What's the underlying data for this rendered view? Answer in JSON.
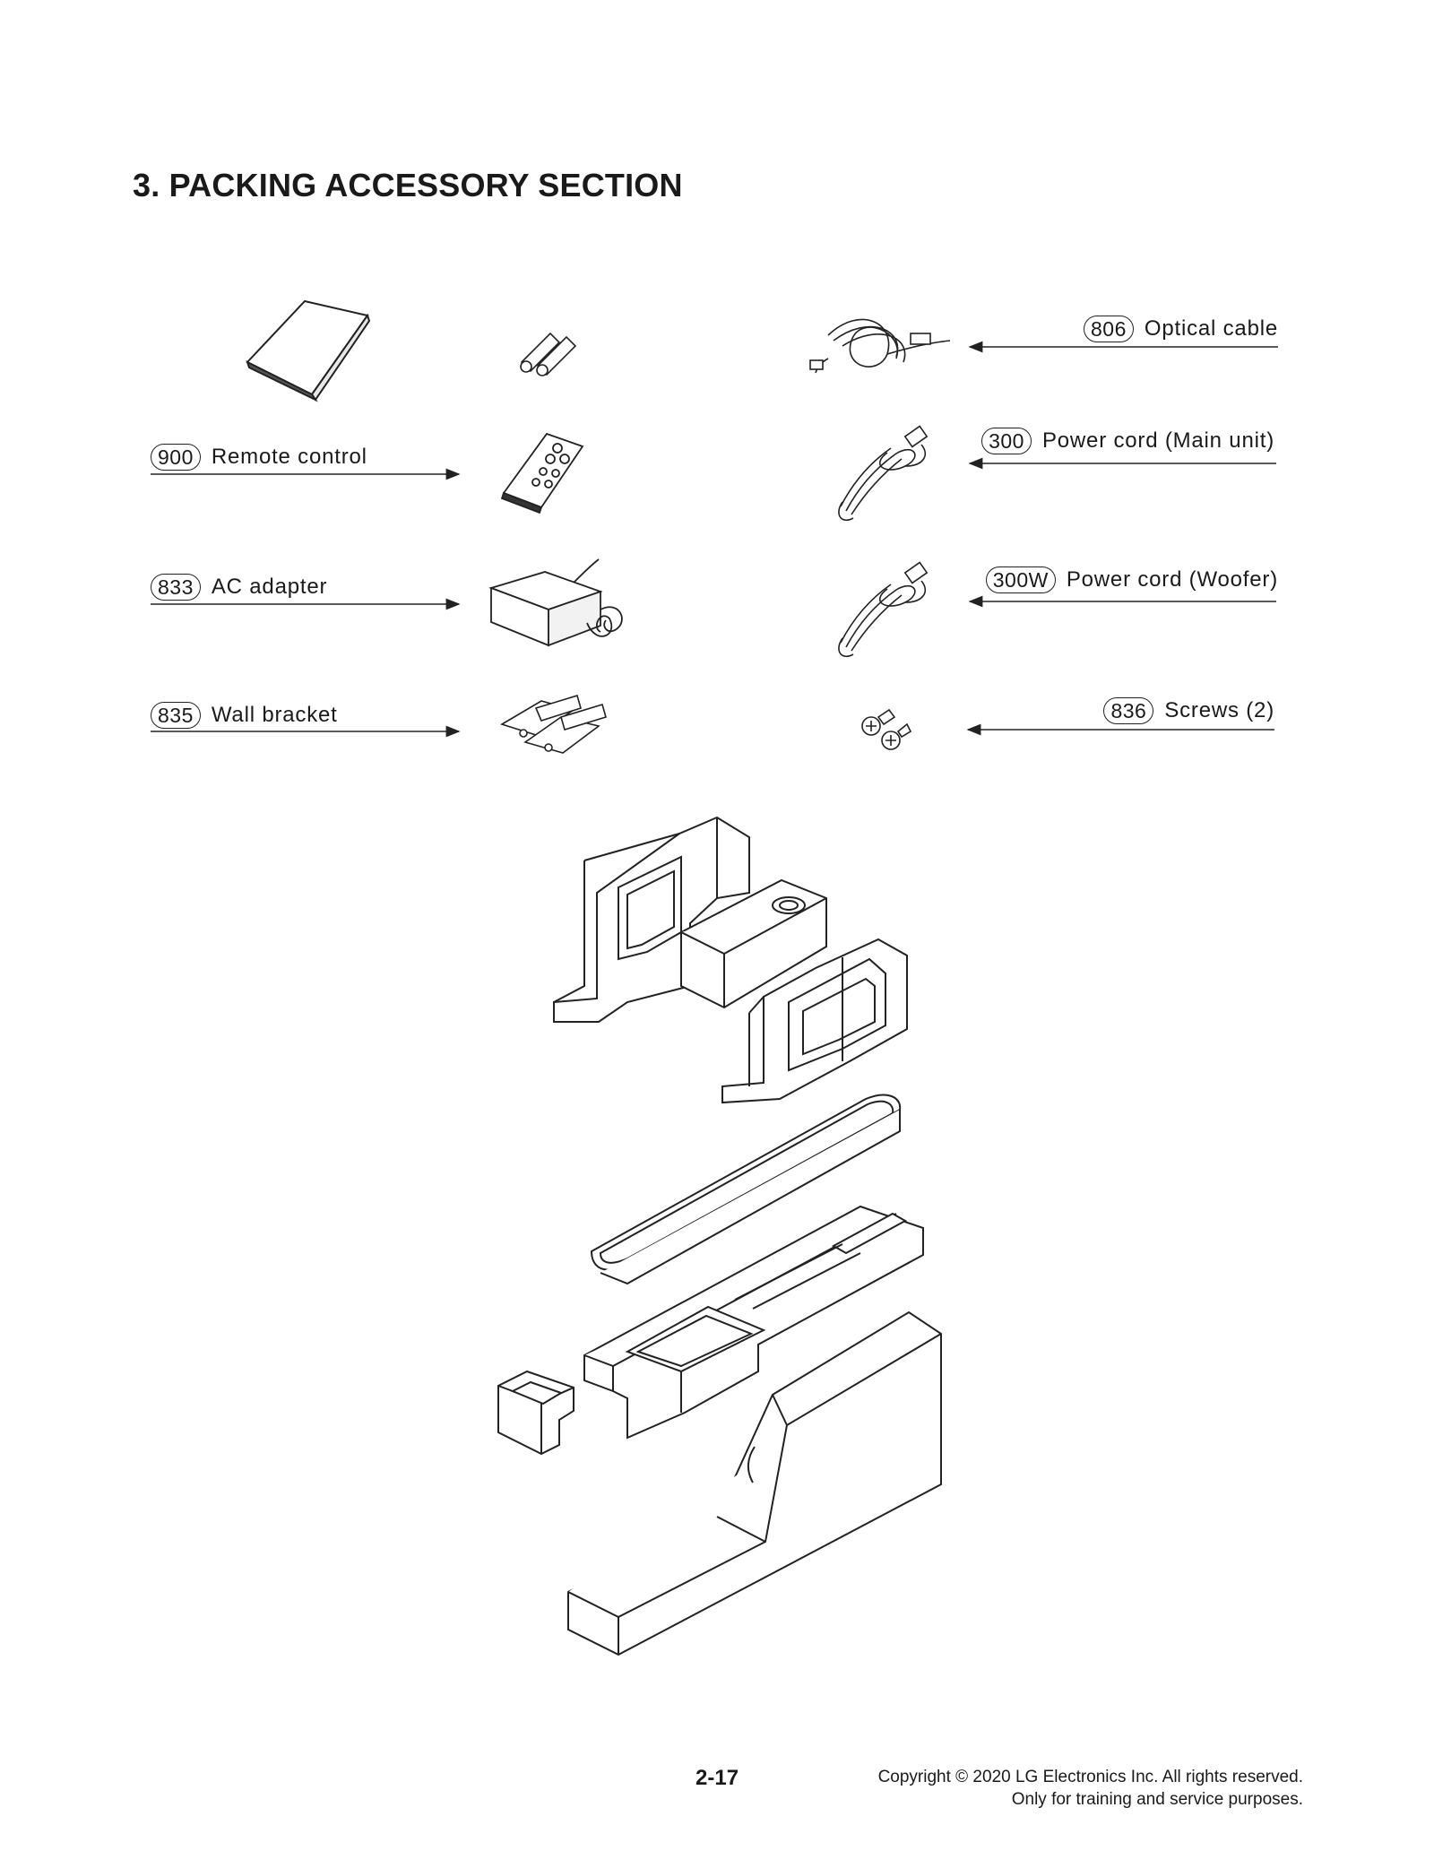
{
  "title": "3. PACKING ACCESSORY SECTION",
  "callouts": [
    {
      "number": "900",
      "label": "Remote control"
    },
    {
      "number": "833",
      "label": "AC adapter"
    },
    {
      "number": "835",
      "label": "Wall bracket"
    },
    {
      "number": "806",
      "label": "Optical cable"
    },
    {
      "number": "300",
      "label": "Power cord (Main unit)"
    },
    {
      "number": "300W",
      "label": "Power cord (Woofer)"
    },
    {
      "number": "836",
      "label": "Screws (2)"
    }
  ],
  "footer": {
    "page_number": "2-17",
    "copyright_line1": "Copyright © 2020 LG Electronics Inc. All rights reserved.",
    "copyright_line2": "Only for training and service purposes."
  }
}
